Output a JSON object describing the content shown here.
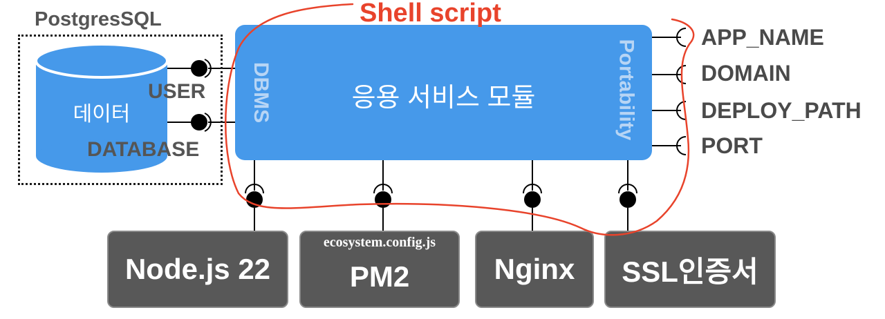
{
  "shell_script_label": "Shell script",
  "postgres": {
    "label": "PostgresSQL",
    "db_label": "데이터",
    "user_label": "USER",
    "database_label": "DATABASE"
  },
  "module": {
    "title": "응용 서비스 모듈",
    "left_label": "DBMS",
    "right_label": "Portability"
  },
  "env_vars": [
    "APP_NAME",
    "DOMAIN",
    "DEPLOY_PATH",
    "PORT"
  ],
  "components": [
    {
      "label": "Node.js 22"
    },
    {
      "label": "PM2",
      "sublabel": "ecosystem.config.js"
    },
    {
      "label": "Nginx"
    },
    {
      "label": "SSL인증서"
    }
  ],
  "colors": {
    "module": "#4699ea",
    "database": "#4699ea",
    "component": "#585858",
    "shell": "#e8432b",
    "label": "#555555"
  }
}
